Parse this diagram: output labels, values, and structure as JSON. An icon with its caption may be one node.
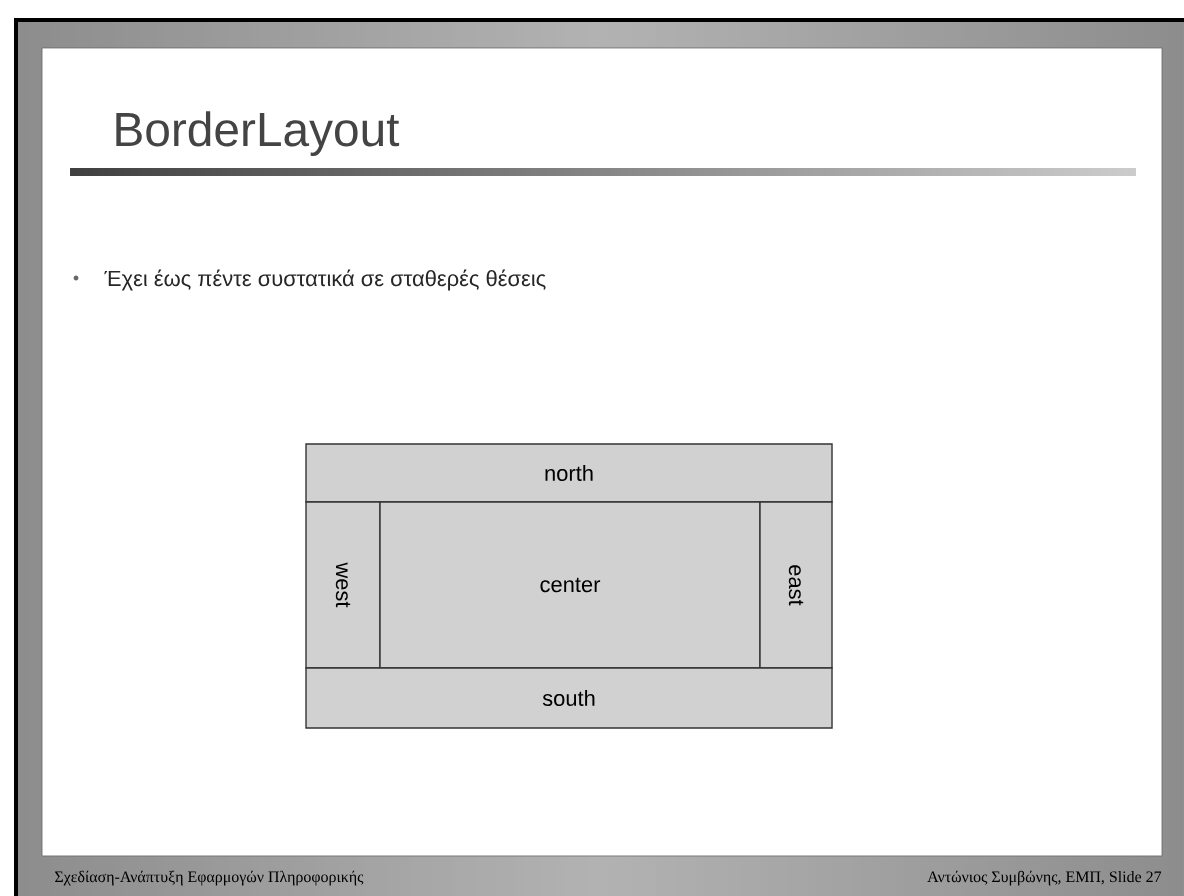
{
  "diagram": {
    "title": "BorderLayout",
    "nodes": [
      {
        "text": [
          "north"
        ]
      },
      {
        "text": [
          "west"
        ]
      },
      {
        "text": [
          "center"
        ]
      },
      {
        "text": [
          "east"
        ]
      },
      {
        "text": [
          "south"
        ]
      }
    ],
    "labels": [
      "Έχει έως πέντε συστατικά σε σταθερές θέσεις",
      "Σχεδίαση-Ανάπτυξη Εφαρμογών Πληροφορικής",
      "Αντώνιος Συμβώνης, ΕΜΠ, Slide 27"
    ]
  }
}
